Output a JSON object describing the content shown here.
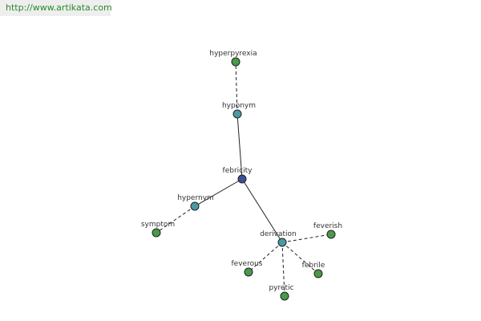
{
  "banner": {
    "url_text": "http://www.artikata.com"
  },
  "colors": {
    "root": "#3a4f9a",
    "relation": "#4a9aa6",
    "leaf": "#4a9a4a",
    "banner_text": "#2a8a2a"
  },
  "graph": {
    "nodes": [
      {
        "id": "febricity",
        "label": "febricity",
        "kind": "root"
      },
      {
        "id": "hyponym",
        "label": "hyponym",
        "kind": "relation"
      },
      {
        "id": "hypernym",
        "label": "hypernym",
        "kind": "relation"
      },
      {
        "id": "derivation",
        "label": "derivation",
        "kind": "relation"
      },
      {
        "id": "hyperpyrexia",
        "label": "hyperpyrexia",
        "kind": "leaf"
      },
      {
        "id": "symptom",
        "label": "symptom",
        "kind": "leaf"
      },
      {
        "id": "feverish",
        "label": "feverish",
        "kind": "leaf"
      },
      {
        "id": "feverous",
        "label": "feverous",
        "kind": "leaf"
      },
      {
        "id": "febrile",
        "label": "febrile",
        "kind": "leaf"
      },
      {
        "id": "pyretic",
        "label": "pyretic",
        "kind": "leaf"
      }
    ],
    "edges": [
      {
        "from": "febricity",
        "to": "hyponym",
        "style": "solid"
      },
      {
        "from": "febricity",
        "to": "hypernym",
        "style": "solid"
      },
      {
        "from": "febricity",
        "to": "derivation",
        "style": "solid"
      },
      {
        "from": "hyponym",
        "to": "hyperpyrexia",
        "style": "dashed"
      },
      {
        "from": "hypernym",
        "to": "symptom",
        "style": "dashed"
      },
      {
        "from": "derivation",
        "to": "feverish",
        "style": "dashed"
      },
      {
        "from": "derivation",
        "to": "feverous",
        "style": "dashed"
      },
      {
        "from": "derivation",
        "to": "febrile",
        "style": "dashed"
      },
      {
        "from": "derivation",
        "to": "pyretic",
        "style": "dashed"
      }
    ]
  }
}
